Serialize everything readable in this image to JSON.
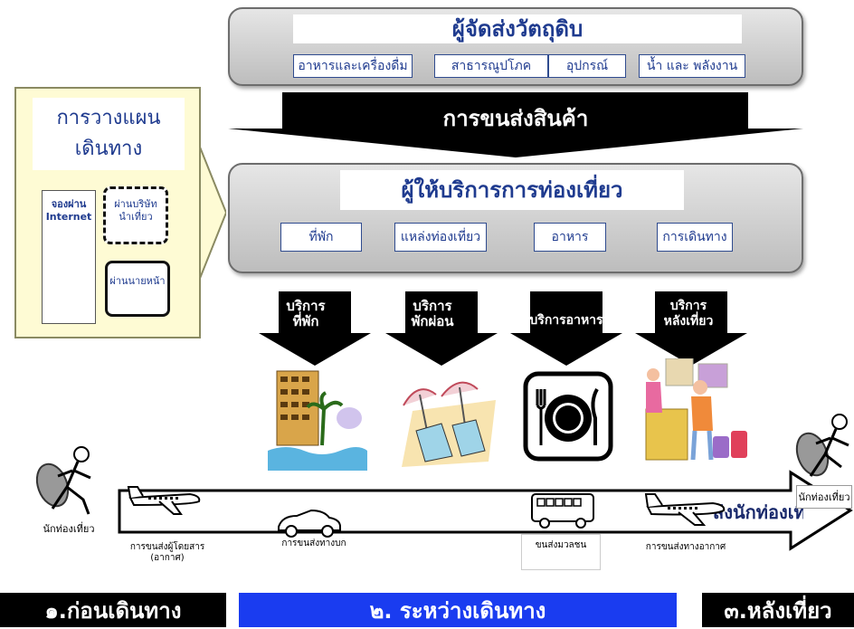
{
  "suppliers": {
    "title": "ผู้จัดส่งวัตถุดิบ",
    "items": [
      "อาหารและเครื่องดื่ม",
      "สาธารณูปโภค",
      "อุปกรณ์",
      "น้ำ และ พลังงาน"
    ]
  },
  "transport_goods": "การขนส่งสินค้า",
  "planning": {
    "title_line1": "การวางแผน",
    "title_line2": "เดินทาง",
    "internet_line1": "จองผ่าน",
    "internet_line2": "Internet",
    "agency_line1": "ผ่านบริษัท",
    "agency_line2": "นำเที่ยว",
    "broker": "ผ่านนายหน้า"
  },
  "providers": {
    "title": "ผู้ให้บริการการท่องเที่ยว",
    "items": [
      "ที่พัก",
      "แหล่งท่องเที่ยว",
      "อาหาร",
      "การเดินทาง"
    ]
  },
  "services": [
    {
      "line1": "บริการ",
      "line2": "ที่พัก"
    },
    {
      "line1": "บริการ",
      "line2": "พักผ่อน"
    },
    {
      "line1": "บริการอาหาร",
      "line2": ""
    },
    {
      "line1": "บริการ",
      "line2": "หลังเที่ยว"
    }
  ],
  "transport": {
    "banner": "ส่งนักท่องเที่ยว",
    "tourist_left": "นักท่องเที่ยว",
    "tourist_right": "นักท่องเที่ยว",
    "air1_line1": "การขนส่งผู้โดยสาร",
    "air1_line2": "(อากาศ)",
    "land": "การขนส่งทางบก",
    "mass": "ขนส่งมวลชน",
    "air2": "การขนส่งทางอากาศ"
  },
  "stages": {
    "before": "๑.ก่อนเดินทาง",
    "during": "๒. ระหว่างเดินทาง",
    "after": "๓.หลังเที่ยว"
  },
  "colors": {
    "navy_text": "#1f3b8f",
    "stage_black": "#000000",
    "stage_blue": "#1a3cf0",
    "planning_bg": "#fefbd4"
  }
}
